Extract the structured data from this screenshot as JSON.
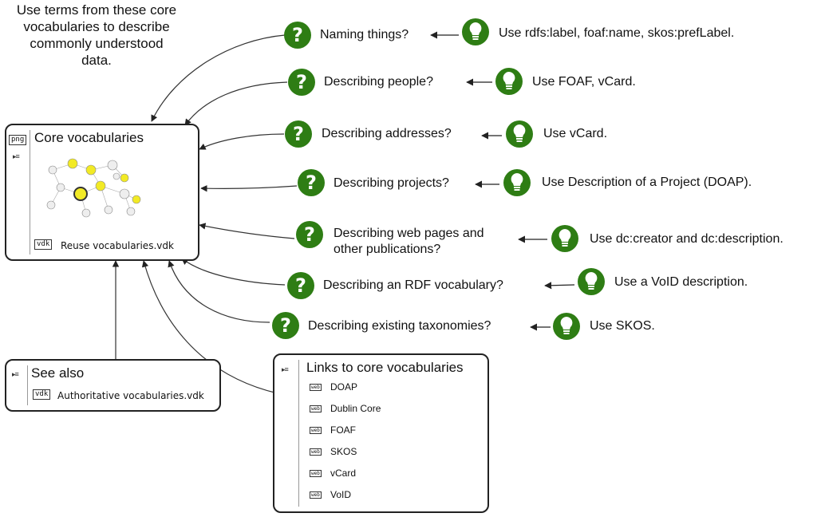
{
  "intro_text": [
    "Use terms from these core",
    "vocabularies to describe",
    "commonly understood",
    "data."
  ],
  "core_box": {
    "tag": "png",
    "expander": "▸≡",
    "title": "Core vocabularies",
    "file_tag": "vdk",
    "file_name": "Reuse vocabularies.vdk"
  },
  "see_also_box": {
    "expander": "▸≡",
    "title": "See also",
    "file_tag": "vdk",
    "file_name": "Authoritative vocabularies.vdk"
  },
  "links_box": {
    "expander": "▸≡",
    "title": "Links to core vocabularies",
    "item_tag": "web",
    "items": [
      "DOAP",
      "Dublin Core",
      "FOAF",
      "SKOS",
      "vCard",
      "VoID"
    ]
  },
  "rows": [
    {
      "question": [
        "Naming things?"
      ],
      "answer": "Use rdfs:label, foaf:name, skos:prefLabel."
    },
    {
      "question": [
        "Describing people?"
      ],
      "answer": "Use FOAF, vCard."
    },
    {
      "question": [
        "Describing addresses?"
      ],
      "answer": "Use vCard."
    },
    {
      "question": [
        "Describing projects?"
      ],
      "answer": "Use Description of a Project (DOAP)."
    },
    {
      "question": [
        "Describing web pages and",
        "other publications?"
      ],
      "answer": "Use dc:creator and dc:description."
    },
    {
      "question": [
        "Describing an RDF vocabulary?"
      ],
      "answer": "Use a VoID description."
    },
    {
      "question": [
        "Describing existing taxonomies?"
      ],
      "answer": "Use SKOS."
    }
  ],
  "colors": {
    "icon_green": "#2e7d14",
    "icon_dark_green": "#1f5a0c",
    "highlight_yellow": "#f2ea25",
    "box_border": "#222222"
  },
  "icons": {
    "question": "question-mark-icon",
    "answer": "lightbulb-icon"
  }
}
